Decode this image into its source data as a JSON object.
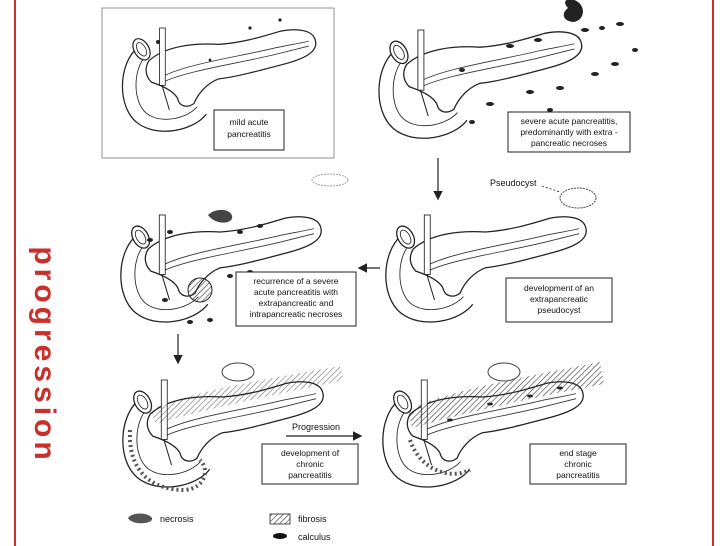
{
  "slide": {
    "side_title": "progression",
    "accent_color": "#c9302c"
  },
  "panels": [
    {
      "caption_lines": [
        "mild acute",
        "pancreatitis"
      ]
    },
    {
      "caption_lines": [
        "severe acute pancreatitis,",
        "predominantly with extra -",
        "pancreatic necroses"
      ]
    },
    {
      "caption_lines": [
        "recurrence of a severe",
        "acute pancreatitis with",
        "extrapancreatic and",
        "intrapancreatic necroses"
      ]
    },
    {
      "caption_lines": [
        "development of an",
        "extrapancreatic",
        "pseudocyst"
      ]
    },
    {
      "caption_lines": [
        "development of",
        "chronic",
        "pancreatitis"
      ]
    },
    {
      "caption_lines": [
        "end stage",
        "chronic",
        "pancreatitis"
      ]
    }
  ],
  "annotations": {
    "pseudocyst": "Pseudocyst",
    "progression": "Progression"
  },
  "legend": {
    "necrosis": "necrosis",
    "fibrosis": "fibrosis",
    "calculus": "calculus"
  }
}
